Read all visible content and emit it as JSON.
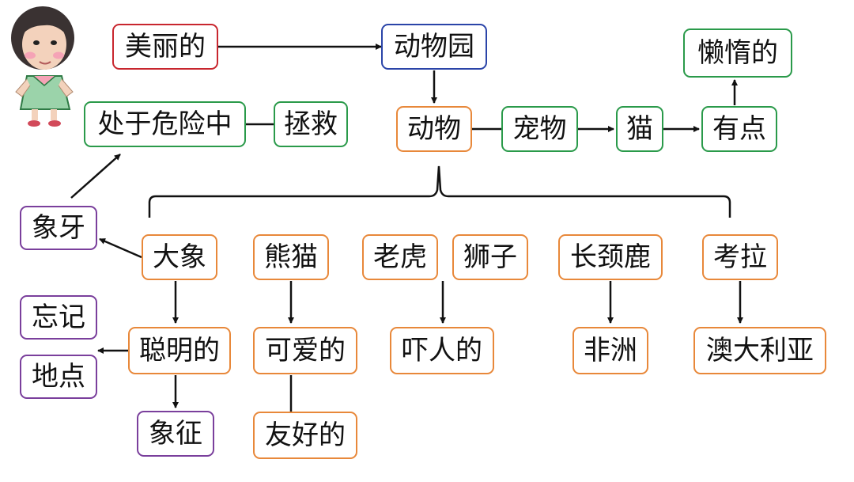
{
  "colors": {
    "red": "#c8262e",
    "blue": "#2a44a8",
    "green": "#2a9a4a",
    "orange": "#e8883a",
    "purple": "#7a3f9c",
    "line": "#111111"
  },
  "nodes": {
    "meili_de": "美丽的",
    "dongwuyuan": "动物园",
    "landuo_de": "懒惰的",
    "chuyu_weixian": "处于危险中",
    "zhengjiu": "拯救",
    "dongwu": "动物",
    "chongwu": "宠物",
    "mao": "猫",
    "youdian": "有点",
    "xiangya": "象牙",
    "daxiang": "大象",
    "xiongmao": "熊猫",
    "laohu": "老虎",
    "shizi": "狮子",
    "changjinglu": "长颈鹿",
    "kaola": "考拉",
    "wangji": "忘记",
    "didian": "地点",
    "congming_de": "聪明的",
    "keai_de": "可爱的",
    "xiaren_de": "吓人的",
    "feizhou": "非洲",
    "aodaliya": "澳大利亚",
    "xiangzheng": "象征",
    "youhao_de": "友好的"
  }
}
